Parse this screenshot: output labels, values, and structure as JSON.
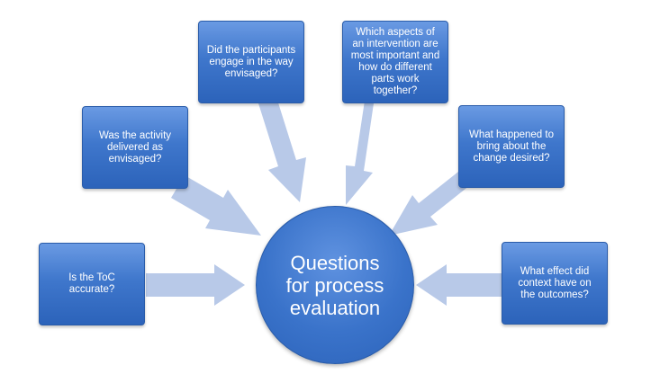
{
  "center": {
    "label": "Questions for process evaluation"
  },
  "boxes": [
    {
      "id": "tl",
      "label": "Is the ToC accurate?"
    },
    {
      "id": "ml",
      "label": "Was the activity delivered as envisaged?"
    },
    {
      "id": "tc",
      "label": "Did the participants engage in the way envisaged?"
    },
    {
      "id": "tr",
      "label": "Which aspects of an intervention are most important and how do different parts work together?"
    },
    {
      "id": "mr",
      "label": "What happened to bring about the change desired?"
    },
    {
      "id": "br",
      "label": "What effect did context have on the outcomes?"
    }
  ],
  "colors": {
    "box": "#4a7fd0",
    "arrow": "#b8c9e8",
    "text": "#ffffff"
  }
}
